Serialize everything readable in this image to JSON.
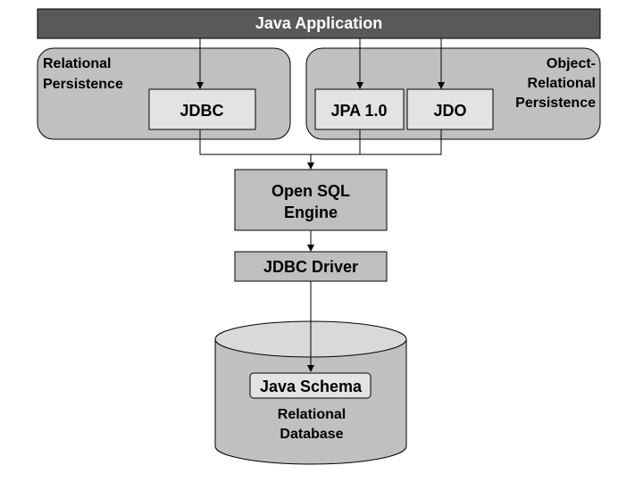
{
  "header": {
    "title": "Java Application"
  },
  "relational_group": {
    "label_line1": "Relational",
    "label_line2": "Persistence"
  },
  "object_relational_group": {
    "label_line1": "Object-",
    "label_line2": "Relational",
    "label_line3": "Persistence"
  },
  "apis": {
    "jdbc": "JDBC",
    "jpa": "JPA 1.0",
    "jdo": "JDO"
  },
  "engine": {
    "line1": "Open SQL",
    "line2": "Engine"
  },
  "driver": {
    "label": "JDBC Driver"
  },
  "database": {
    "schema": "Java Schema",
    "line1": "Relational",
    "line2": "Database"
  },
  "colors": {
    "header_fill": "#595959",
    "group_fill": "#c0c0c0",
    "box_fill": "#e3e3e3",
    "engine_fill": "#bfbfbf",
    "db_fill": "#c0c0c0",
    "db_top_fill": "#d9d9d9",
    "line": "#000000"
  }
}
